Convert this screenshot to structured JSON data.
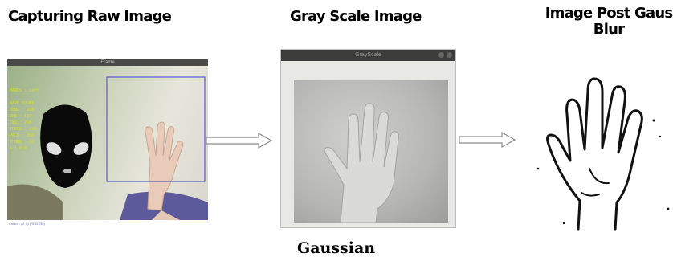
{
  "titles": {
    "raw": "Capturing Raw Image",
    "gray": "Gray Scale Image",
    "blur_line1": "Image Post Gaus",
    "blur_line2": "Blur"
  },
  "caption": "Gaussian",
  "raw_window": {
    "title": "Frame",
    "overlay_lines": [
      "HANDS : Left",
      "WAVE COUNT",
      "SEND : 200",
      "ONE : 184",
      "TWO : 210",
      "THREE : 190",
      "PALM : 250",
      "THUMB : 60",
      "A : 0.0"
    ],
    "status": "Cursor : (0, 0) (RGB:255)"
  },
  "gray_window": {
    "title": "GrayScale"
  },
  "colors": {
    "arrow_stroke": "#8a8a8a",
    "bounding_box": "#5a5ad0",
    "overlay_text": "#d8e02a"
  }
}
